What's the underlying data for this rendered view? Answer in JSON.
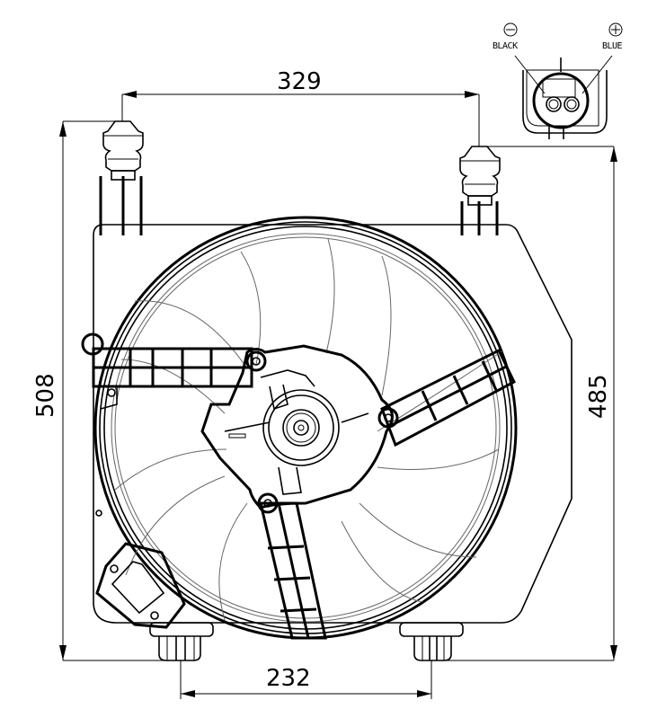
{
  "drawing": {
    "subject": "Radiator cooling fan assembly",
    "dimensions": {
      "top_mount_spacing": "329",
      "overall_height_left": "508",
      "shroud_height_right": "485",
      "bottom_mount_spacing": "232"
    },
    "connector": {
      "negative_symbol": "⊖",
      "negative_label": "BLACK",
      "positive_symbol": "⊕",
      "positive_label": "BLUE"
    },
    "colors": {
      "line": "#000000",
      "blade_line": "#666666",
      "background": "#ffffff"
    }
  }
}
